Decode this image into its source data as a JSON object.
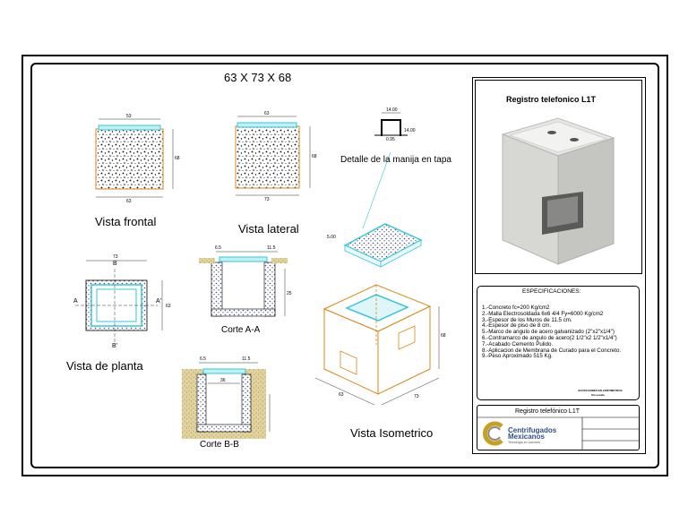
{
  "drawing": {
    "title": "63 X 73 X 68",
    "views": {
      "frontal": "Vista frontal",
      "lateral": "Vista lateral",
      "planta": "Vista de planta",
      "corte_aa": "Corte A-A",
      "corte_bb": "Corte B-B",
      "isometrico": "Vista Isometrico",
      "manija": "Detalle de la manija en tapa"
    },
    "dims": {
      "frontal_top": "53",
      "frontal_bottom": "63",
      "frontal_side": "68",
      "lateral_top": "63",
      "lateral_bottom": "73",
      "lateral_side": "68",
      "planta_top": "73",
      "planta_side": "63",
      "section_letter_b": "B",
      "section_letter_b2": "B'",
      "section_letter_a": "A",
      "section_letter_a2": "A'",
      "aa_left": "6.5",
      "aa_right": "11.5",
      "aa_side": "25",
      "bb_left": "6.5",
      "bb_right": "11.5",
      "bb_mid": "36",
      "manija_w": "14.00",
      "manija_h": "14.00",
      "manija_d": "0.95",
      "iso_x": "63",
      "iso_y": "73",
      "iso_z": "68",
      "tapa_h": "5.00"
    }
  },
  "sidebar": {
    "title": "Registro telefonico L1T",
    "spec_heading": "ESPECIFICACIONES:",
    "specs": [
      "1.-Concreto  fc=200 Kg/cm2",
      "2.-Malla Electrosoldada 6x6 4/4 Fy=6000 Kg/cm2",
      "3.-Espesor de los Muros de 11.5 cm.",
      "4.-Espesor de piso de 8 cm.",
      "5.-Marco de angulo de acero galvanizado (2\"x2\"x1/4\")",
      "6.-Contramarco de angulo de acero(2 1/2\"x2 1/2\"x1/4\")",
      "7.-Acabado Cemento Pulido.",
      "8.-Aplicacion de Membrana de Curado para el Concreto.",
      "9.-Peso Aproximado 515 Kg."
    ],
    "note1": "ACOTACIONES EN CENTIMETROS",
    "note2": "Sin escala",
    "block_title": "Registro telefónico L1T",
    "logo_name1": "Centrifugados",
    "logo_name2": "Mexicanos",
    "logo_tagline": "Tecnologia en concreto",
    "logo_color": "#2e4f83",
    "accent_orange": "#d48a1a",
    "accent_cyan": "#38c6d6"
  }
}
